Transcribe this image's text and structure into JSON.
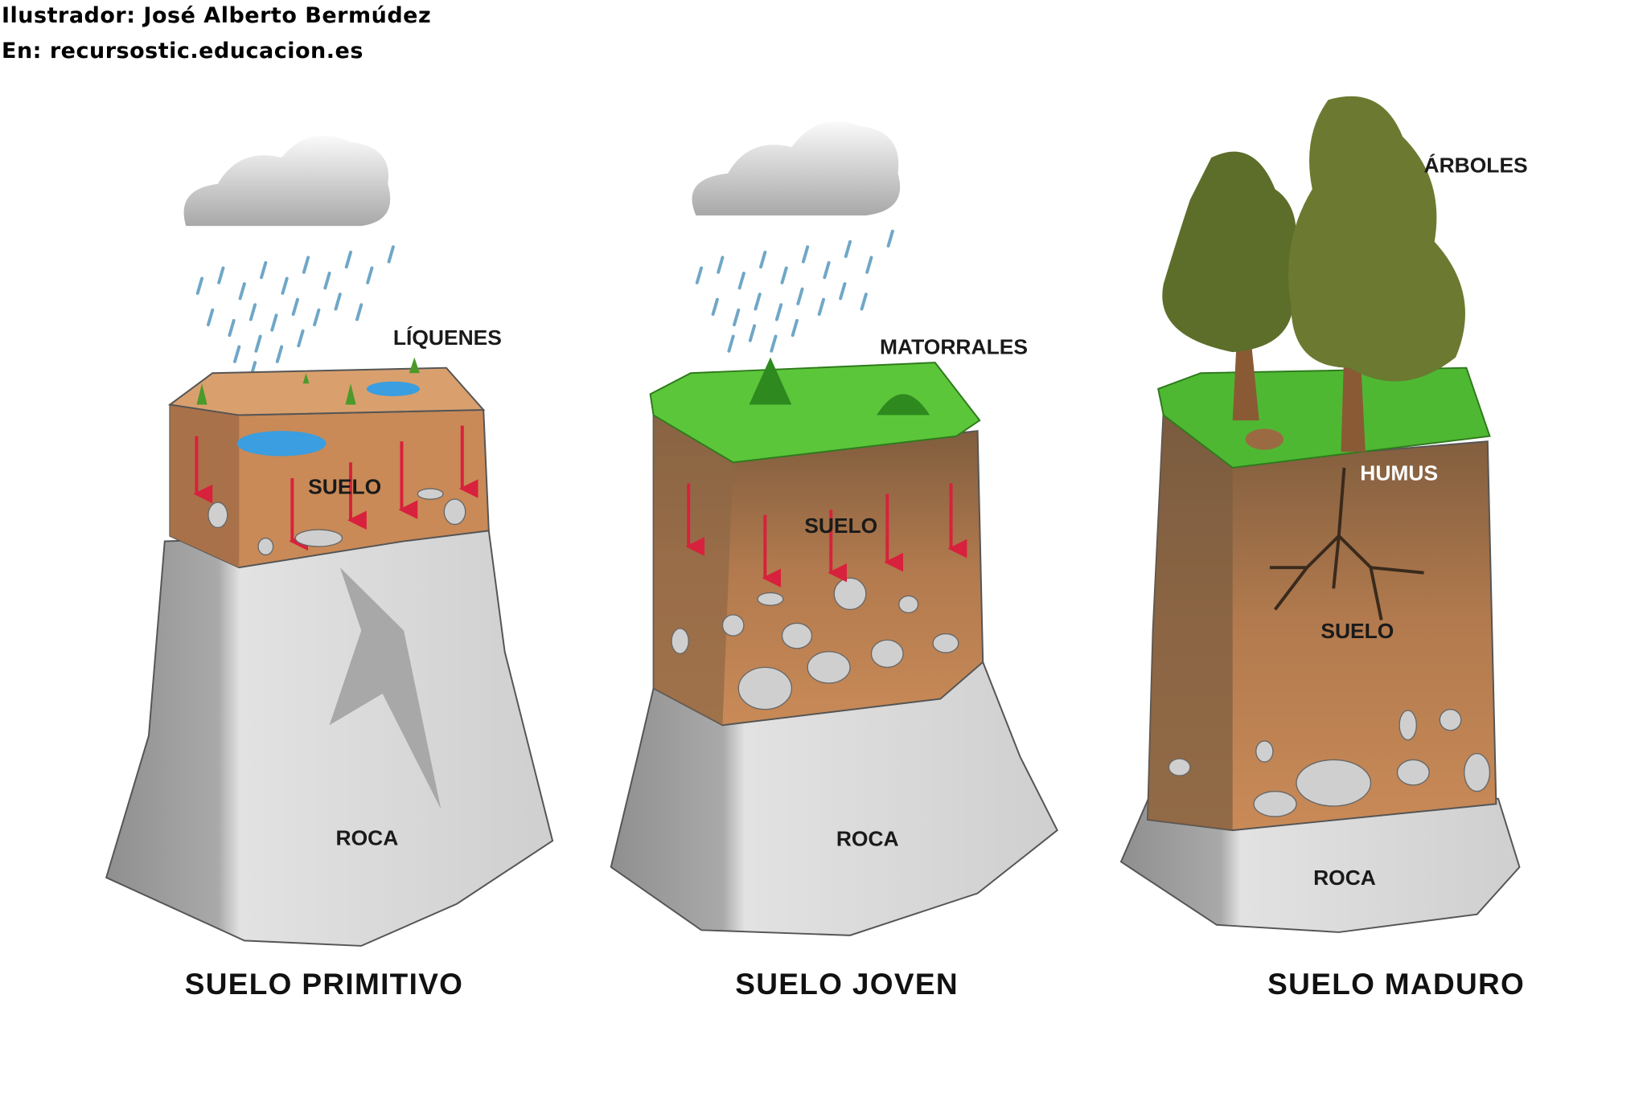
{
  "credits": {
    "illustrator": "Ilustrador: José Alberto Bermúdez",
    "source": "En: recursostic.educacion.es"
  },
  "panels": [
    {
      "title": "SUELO PRIMITIVO",
      "labels": {
        "top": "LÍQUENES",
        "soil": "SUELO",
        "rock": "ROCA"
      }
    },
    {
      "title": "SUELO JOVEN",
      "labels": {
        "top": "MATORRALES",
        "soil": "SUELO",
        "rock": "ROCA"
      }
    },
    {
      "title": "SUELO MADURO",
      "labels": {
        "top": "ÁRBOLES",
        "humus": "HUMUS",
        "soil": "SUELO",
        "rock": "ROCA"
      }
    }
  ],
  "colors": {
    "soil": "#c98a57",
    "rock": "#d4d4d4",
    "grass": "#5cc63a",
    "water": "#3a9ee0",
    "arrow": "#d8213c"
  }
}
